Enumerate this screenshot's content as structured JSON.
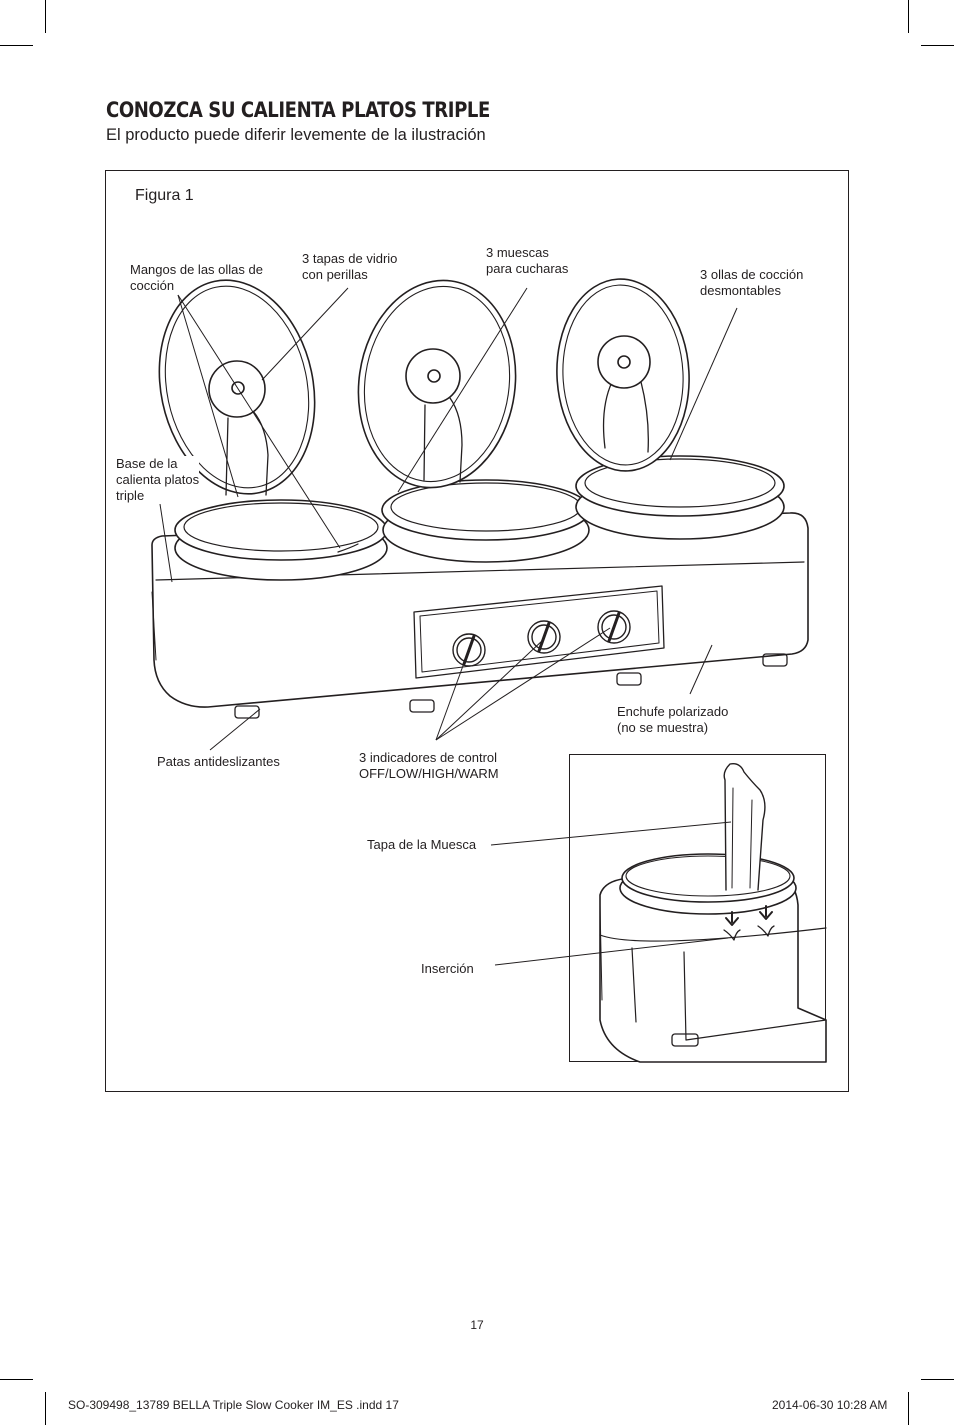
{
  "header": {
    "title": "CONOZCA SU CALIENTA PLATOS TRIPLE",
    "subtitle": "El producto puede diferir levemente de la ilustración"
  },
  "figure": {
    "label": "Figura 1",
    "callouts": {
      "handles": "Mangos de las ollas de\ncocción",
      "lids": "3 tapas de vidrio\ncon perillas",
      "notches": "3 muescas\npara cucharas",
      "crocks": "3 ollas de cocción\ndesmontables",
      "base": "Base de la\ncalienta platos\ntriple",
      "feet": "Patas antideslizantes",
      "controls": "3 indicadores de control\nOFF/LOW/HIGH/WARM",
      "plug": "Enchufe polarizado\n(no se muestra)",
      "notch_lid": "Tapa de la Muesca",
      "insertion": "Inserción"
    }
  },
  "footer": {
    "page_number": "17",
    "slug_left": "SO-309498_13789 BELLA Triple Slow Cooker IM_ES .indd   17",
    "slug_right": "2014-06-30   10:28 AM"
  }
}
